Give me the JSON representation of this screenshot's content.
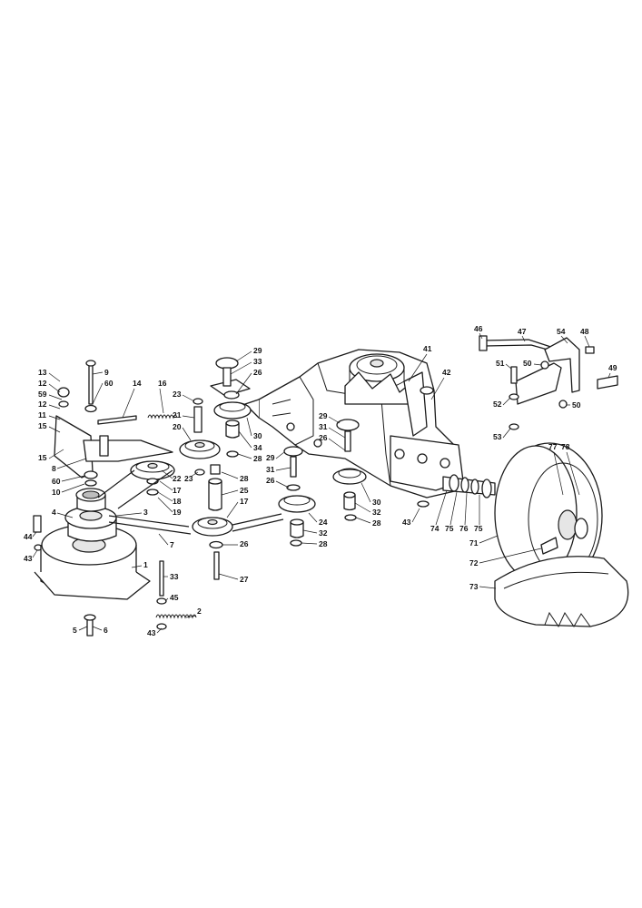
{
  "diagram": {
    "callouts": [
      {
        "id": "c13",
        "text": "13"
      },
      {
        "id": "c9",
        "text": "9"
      },
      {
        "id": "c12a",
        "text": "12"
      },
      {
        "id": "c60a",
        "text": "60"
      },
      {
        "id": "c14",
        "text": "14"
      },
      {
        "id": "c16",
        "text": "16"
      },
      {
        "id": "c59",
        "text": "59"
      },
      {
        "id": "c12b",
        "text": "12"
      },
      {
        "id": "c11",
        "text": "11"
      },
      {
        "id": "c15a",
        "text": "15"
      },
      {
        "id": "c15b",
        "text": "15"
      },
      {
        "id": "c8",
        "text": "8"
      },
      {
        "id": "c60b",
        "text": "60"
      },
      {
        "id": "c10",
        "text": "10"
      },
      {
        "id": "c4",
        "text": "4"
      },
      {
        "id": "c3",
        "text": "3"
      },
      {
        "id": "c44",
        "text": "44"
      },
      {
        "id": "c43a",
        "text": "43"
      },
      {
        "id": "c7",
        "text": "7"
      },
      {
        "id": "c1",
        "text": "1"
      },
      {
        "id": "c33a",
        "text": "33"
      },
      {
        "id": "c45",
        "text": "45"
      },
      {
        "id": "c2",
        "text": "2"
      },
      {
        "id": "c5",
        "text": "5"
      },
      {
        "id": "c6",
        "text": "6"
      },
      {
        "id": "c43b",
        "text": "43"
      },
      {
        "id": "c23a",
        "text": "23"
      },
      {
        "id": "c21",
        "text": "21"
      },
      {
        "id": "c20",
        "text": "20"
      },
      {
        "id": "c22",
        "text": "22"
      },
      {
        "id": "c17a",
        "text": "17"
      },
      {
        "id": "c18",
        "text": "18"
      },
      {
        "id": "c19",
        "text": "19"
      },
      {
        "id": "c23b",
        "text": "23"
      },
      {
        "id": "c29a",
        "text": "29"
      },
      {
        "id": "c33b",
        "text": "33"
      },
      {
        "id": "c26a",
        "text": "26"
      },
      {
        "id": "c30a",
        "text": "30"
      },
      {
        "id": "c34",
        "text": "34"
      },
      {
        "id": "c28a",
        "text": "28"
      },
      {
        "id": "c28b",
        "text": "28"
      },
      {
        "id": "c25",
        "text": "25"
      },
      {
        "id": "c17b",
        "text": "17"
      },
      {
        "id": "c26b",
        "text": "26"
      },
      {
        "id": "c27",
        "text": "27"
      },
      {
        "id": "c29b",
        "text": "29"
      },
      {
        "id": "c31a",
        "text": "31"
      },
      {
        "id": "c26c",
        "text": "26"
      },
      {
        "id": "c24",
        "text": "24"
      },
      {
        "id": "c32a",
        "text": "32"
      },
      {
        "id": "c28c",
        "text": "28"
      },
      {
        "id": "c29c",
        "text": "29"
      },
      {
        "id": "c31b",
        "text": "31"
      },
      {
        "id": "c26d",
        "text": "26"
      },
      {
        "id": "c30b",
        "text": "30"
      },
      {
        "id": "c32b",
        "text": "32"
      },
      {
        "id": "c28d",
        "text": "28"
      },
      {
        "id": "c41",
        "text": "41"
      },
      {
        "id": "c42",
        "text": "42"
      },
      {
        "id": "c43c",
        "text": "43"
      },
      {
        "id": "c74",
        "text": "74"
      },
      {
        "id": "c75a",
        "text": "75"
      },
      {
        "id": "c76",
        "text": "76"
      },
      {
        "id": "c75b",
        "text": "75"
      },
      {
        "id": "c71",
        "text": "71"
      },
      {
        "id": "c72",
        "text": "72"
      },
      {
        "id": "c73",
        "text": "73"
      },
      {
        "id": "c77",
        "text": "77"
      },
      {
        "id": "c78",
        "text": "78"
      },
      {
        "id": "c46",
        "text": "46"
      },
      {
        "id": "c47",
        "text": "47"
      },
      {
        "id": "c54",
        "text": "54"
      },
      {
        "id": "c48",
        "text": "48"
      },
      {
        "id": "c51",
        "text": "51"
      },
      {
        "id": "c50a",
        "text": "50"
      },
      {
        "id": "c49",
        "text": "49"
      },
      {
        "id": "c52",
        "text": "52"
      },
      {
        "id": "c50b",
        "text": "50"
      },
      {
        "id": "c53",
        "text": "53"
      }
    ]
  }
}
